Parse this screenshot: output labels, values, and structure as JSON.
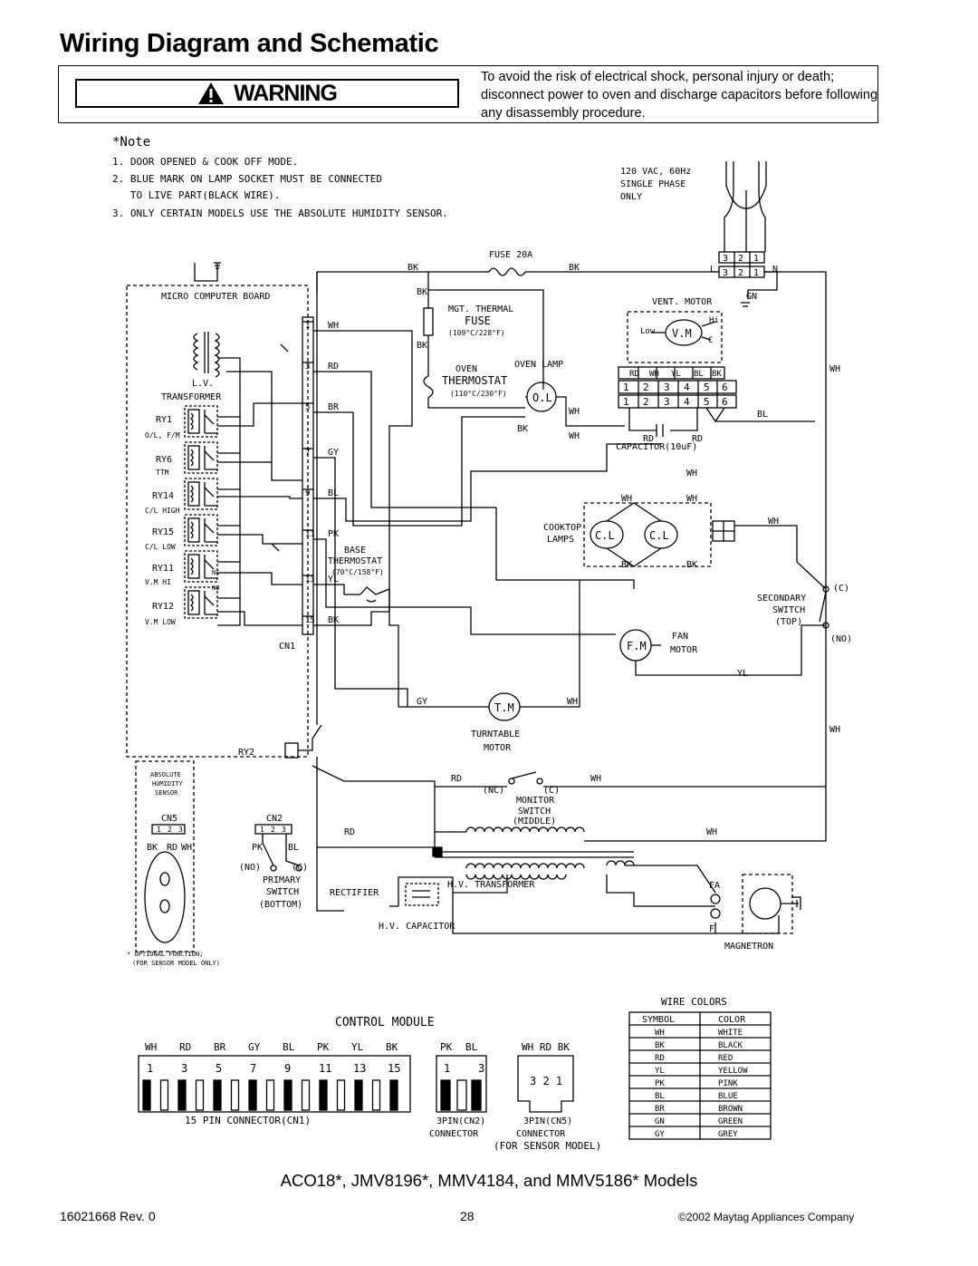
{
  "page": {
    "title": "Wiring Diagram and Schematic",
    "warning_label": "WARNING",
    "warning_text": "To avoid the risk of electrical shock, personal injury or death; disconnect power to oven and discharge capacitors before following any disassembly procedure.",
    "models": "ACO18*, JMV8196*, MMV4184, and MMV5186* Models",
    "doc_number": "16021668  Rev. 0",
    "page_number": "28",
    "copyright": "©2002 Maytag Appliances Company"
  },
  "notes": {
    "header": "*Note",
    "lines": [
      "1. DOOR OPENED & COOK OFF MODE.",
      "2. BLUE MARK ON LAMP SOCKET MUST BE CONNECTED",
      "   TO LIVE PART(BLACK WIRE).",
      "3. ONLY CERTAIN MODELS USE THE ABSOLUTE HUMIDITY SENSOR."
    ]
  },
  "power": {
    "spec": [
      "120 VAC, 60Hz",
      "SINGLE PHASE",
      "ONLY"
    ],
    "fuse": "FUSE 20A",
    "L": "L",
    "N": "N",
    "GN": "GN"
  },
  "board": {
    "title": "MICRO COMPUTER BOARD",
    "transformer": [
      "L.V.",
      "TRANSFORMER"
    ],
    "relays": [
      {
        "name": "RY1",
        "func": "O/L, F/M"
      },
      {
        "name": "RY6",
        "func": "TTM"
      },
      {
        "name": "RY14",
        "func": "C/L HIGH"
      },
      {
        "name": "RY15",
        "func": "C/L LOW"
      },
      {
        "name": "RY11",
        "func": "V.M HI"
      },
      {
        "name": "RY12",
        "func": "V.M LOW"
      }
    ],
    "nc": "NC",
    "no": "NO",
    "ry2": "RY2",
    "cn1": "CN1"
  },
  "cn1_pins": [
    {
      "pin": "1",
      "wire": "WH"
    },
    {
      "pin": "3",
      "wire": "RD"
    },
    {
      "pin": "5",
      "wire": "BR"
    },
    {
      "pin": "7",
      "wire": "GY"
    },
    {
      "pin": "9",
      "wire": "BL"
    },
    {
      "pin": "11",
      "wire": "PK"
    },
    {
      "pin": "13",
      "wire": "YL"
    },
    {
      "pin": "15",
      "wire": "BK"
    }
  ],
  "components": {
    "mgt_fuse": [
      "MGT. THERMAL",
      "FUSE",
      "(109°C/228°F)"
    ],
    "oven_thermostat": [
      "OVEN",
      "THERMOSTAT",
      "(110°C/230°F)"
    ],
    "oven_lamp": "OVEN LAMP",
    "ol": "O.L",
    "vent_motor": "VENT. MOTOR",
    "vm": "V.M",
    "vm_low": "Low",
    "vm_hi": "Hi",
    "vm_c": "C",
    "capacitor": "CAPACITOR(10uF)",
    "cooktop_lamps": [
      "COOKTOP",
      "LAMPS"
    ],
    "cl": "C.L",
    "base_thermostat": [
      "BASE",
      "THERMOSTAT",
      "(70°C/158°F)"
    ],
    "secondary_switch": [
      "SECONDARY",
      "SWITCH",
      "(TOP)"
    ],
    "fan_motor": [
      "FAN",
      "MOTOR"
    ],
    "fm": "F.M",
    "turntable": [
      "TURNTABLE",
      "MOTOR"
    ],
    "tm": "T.M",
    "monitor_switch": [
      "MONITOR",
      "SWITCH",
      "(MIDDLE)"
    ],
    "primary_switch": [
      "PRIMARY",
      "SWITCH",
      "(BOTTOM)"
    ],
    "rectifier": "RECTIFIER",
    "hv_transformer": "H.V. TRANSFORMER",
    "hv_capacitor": "H.V. CAPACITOR",
    "magnetron": "MAGNETRON",
    "fa": "FA",
    "f": "F",
    "ahs": [
      "ABSOLUTE",
      "HUMIDITY",
      "SENSOR"
    ],
    "cn5": "CN5",
    "cn2": "CN2",
    "optional": [
      "* OPTIONAL FUNCTION;",
      "(FOR SENSOR MODEL ONLY)"
    ],
    "nc_lbl": "(NC)",
    "no_lbl": "(NO)",
    "c_lbl": "(C)",
    "vent_pins": [
      "RD",
      "WH",
      "YL",
      "BL",
      "BK"
    ],
    "pin_nums": [
      "1",
      "2",
      "3",
      "4",
      "5",
      "6"
    ],
    "cn_pins": [
      "1",
      "2",
      "3"
    ]
  },
  "wire_labels": {
    "bk": "BK",
    "wh": "WH",
    "rd": "RD",
    "yl": "YL",
    "gy": "GY",
    "bl": "BL",
    "pk": "PK",
    "br": "BR"
  },
  "control_module": {
    "title": "CONTROL MODULE",
    "cn1_wires": [
      "WH",
      "RD",
      "BR",
      "GY",
      "BL",
      "PK",
      "YL",
      "BK"
    ],
    "cn1_pins": [
      "1",
      "3",
      "5",
      "7",
      "9",
      "11",
      "13",
      "15"
    ],
    "cn1_label": "15 PIN CONNECTOR(CN1)",
    "cn2_wires": [
      "PK",
      "BL"
    ],
    "cn2_pins": [
      "1",
      "3"
    ],
    "cn2_label": [
      "3PIN(CN2)",
      "CONNECTOR"
    ],
    "cn5_wires": "WH RD BK",
    "cn5_pins": "3  2  1",
    "cn5_label": [
      "3PIN(CN5)",
      "CONNECTOR"
    ],
    "sensor_note": "(FOR SENSOR MODEL)"
  },
  "wire_colors": {
    "title": "WIRE COLORS",
    "headers": [
      "SYMBOL",
      "COLOR"
    ],
    "rows": [
      [
        "WH",
        "WHITE"
      ],
      [
        "BK",
        "BLACK"
      ],
      [
        "RD",
        "RED"
      ],
      [
        "YL",
        "YELLOW"
      ],
      [
        "PK",
        "PINK"
      ],
      [
        "BL",
        "BLUE"
      ],
      [
        "BR",
        "BROWN"
      ],
      [
        "GN",
        "GREEN"
      ],
      [
        "GY",
        "GREY"
      ]
    ]
  }
}
